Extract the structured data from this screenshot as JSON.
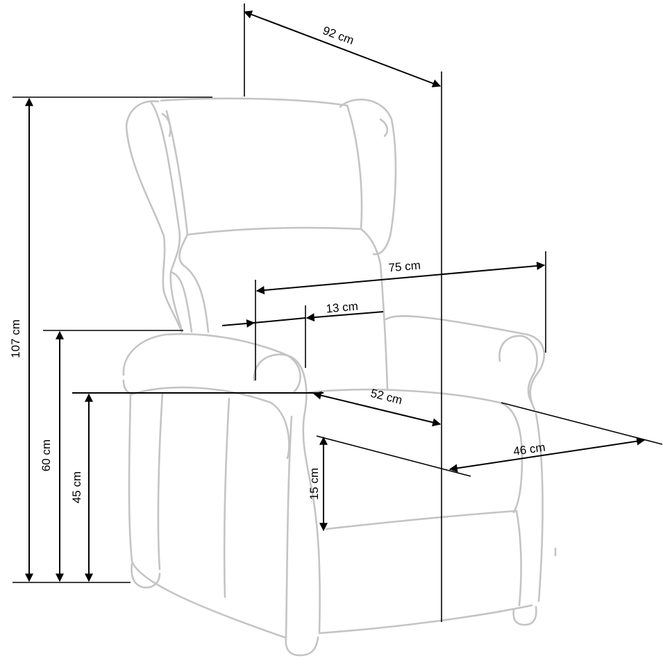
{
  "dimensions": {
    "depth_total": "92 cm",
    "height_total": "107 cm",
    "width_total": "75 cm",
    "armrest_width": "13 cm",
    "arm_height": "60 cm",
    "seat_height": "45 cm",
    "seat_depth": "52 cm",
    "seat_width": "46 cm",
    "seat_to_arm": "15 cm"
  }
}
